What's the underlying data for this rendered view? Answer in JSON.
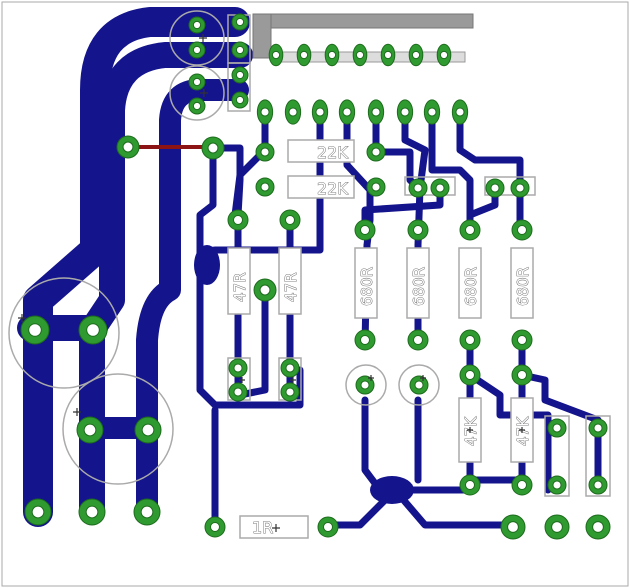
{
  "colors": {
    "trace": "#14148c",
    "pad_ring": "#2f9a2f",
    "pad_hole": "#ffffff",
    "silkscreen": "#aaaaaa",
    "jumper": "#8c1414",
    "header": "#9a9a9a"
  },
  "labels": {
    "r_22k_top": "22K",
    "r_22k_bottom": "22K",
    "r_47r_left": "47R",
    "r_47r_right": "47R",
    "r_680r_1": "680R",
    "r_680r_2": "680R",
    "r_680r_3": "680R",
    "r_680r_4": "680R",
    "r_47k_left": "47K",
    "r_47k_right": "47K",
    "r_1r": "1R"
  },
  "icons": {
    "pad": "via-pad-icon",
    "polarity_plus": "plus-icon"
  }
}
